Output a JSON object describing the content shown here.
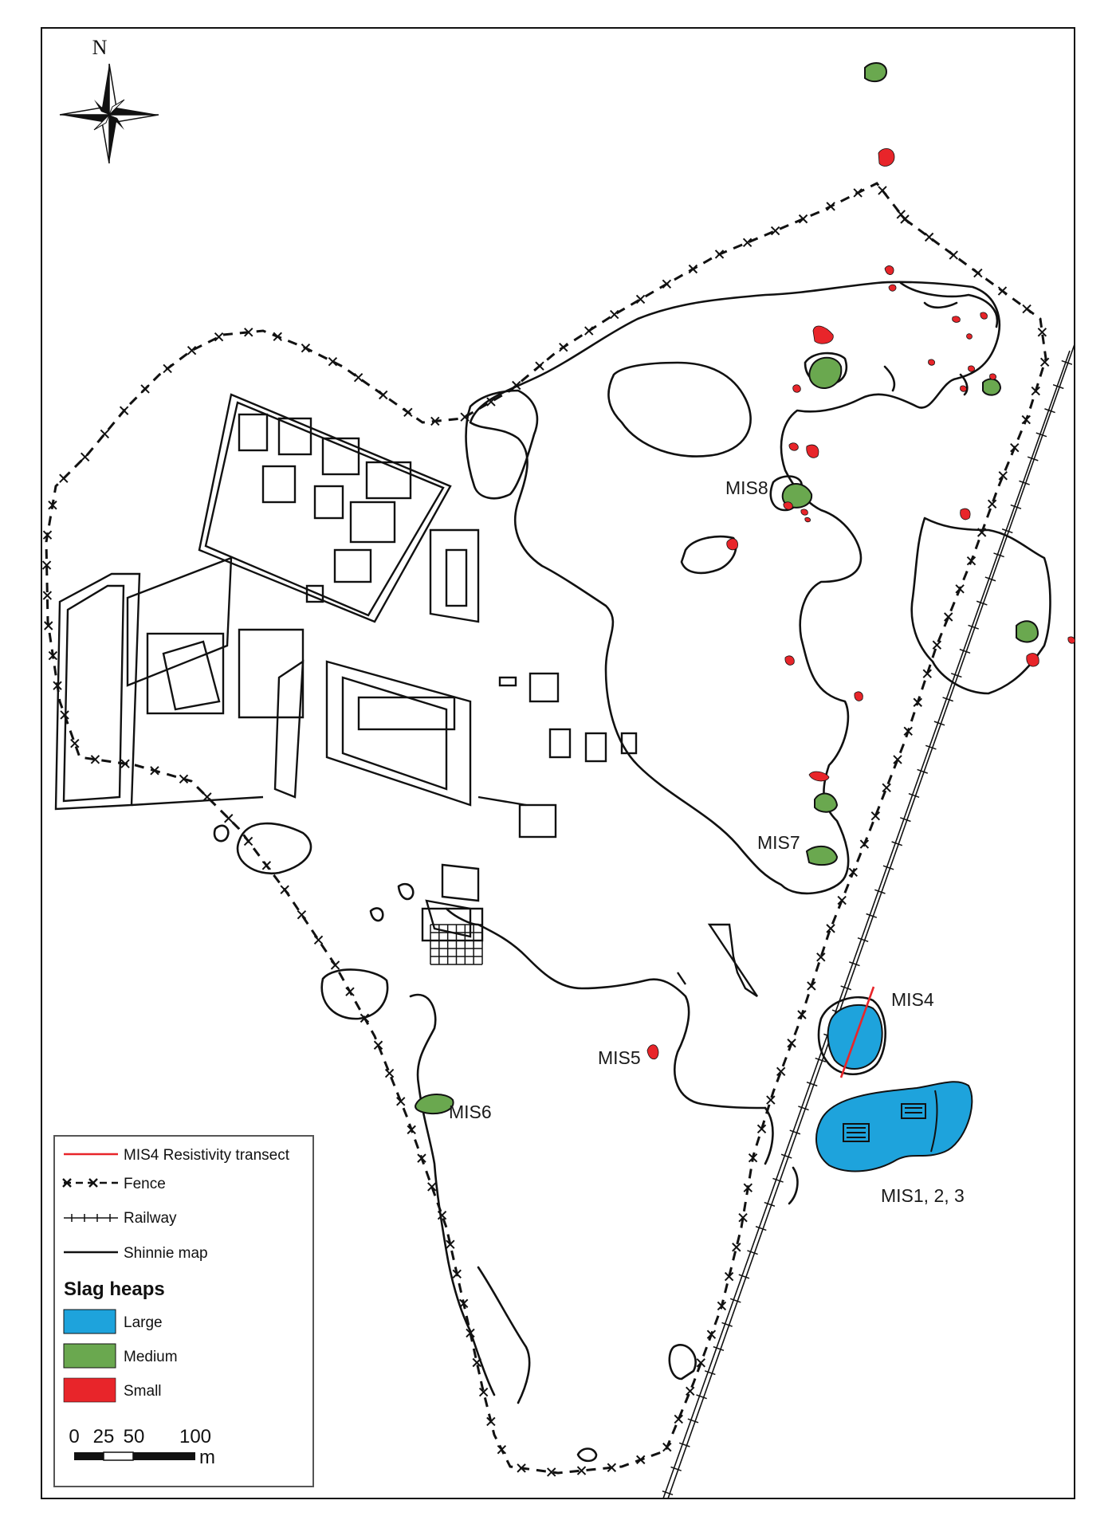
{
  "map": {
    "north_label": "N",
    "heap_labels": {
      "mis1_2_3": "MIS1, 2, 3",
      "mis4": "MIS4",
      "mis5": "MIS5",
      "mis6": "MIS6",
      "mis7": "MIS7",
      "mis8": "MIS8"
    }
  },
  "legend": {
    "items": [
      {
        "label": "MIS4 Resistivity transect",
        "symbol": "red-line"
      },
      {
        "label": "Fence",
        "symbol": "fence-line"
      },
      {
        "label": "Railway",
        "symbol": "railway-line"
      },
      {
        "label": "Shinnie map",
        "symbol": "solid-line"
      }
    ],
    "slag_title": "Slag heaps",
    "slag_items": [
      {
        "label": "Large",
        "color": "#1ea3dc"
      },
      {
        "label": "Medium",
        "color": "#6aa84f"
      },
      {
        "label": "Small",
        "color": "#e8252a"
      }
    ]
  },
  "scale_bar": {
    "ticks": [
      "0",
      "25",
      "50",
      "100"
    ],
    "unit": "m"
  },
  "colors": {
    "large": "#1ea3dc",
    "medium": "#6aa84f",
    "small": "#e8252a",
    "transect": "#e8252a"
  }
}
